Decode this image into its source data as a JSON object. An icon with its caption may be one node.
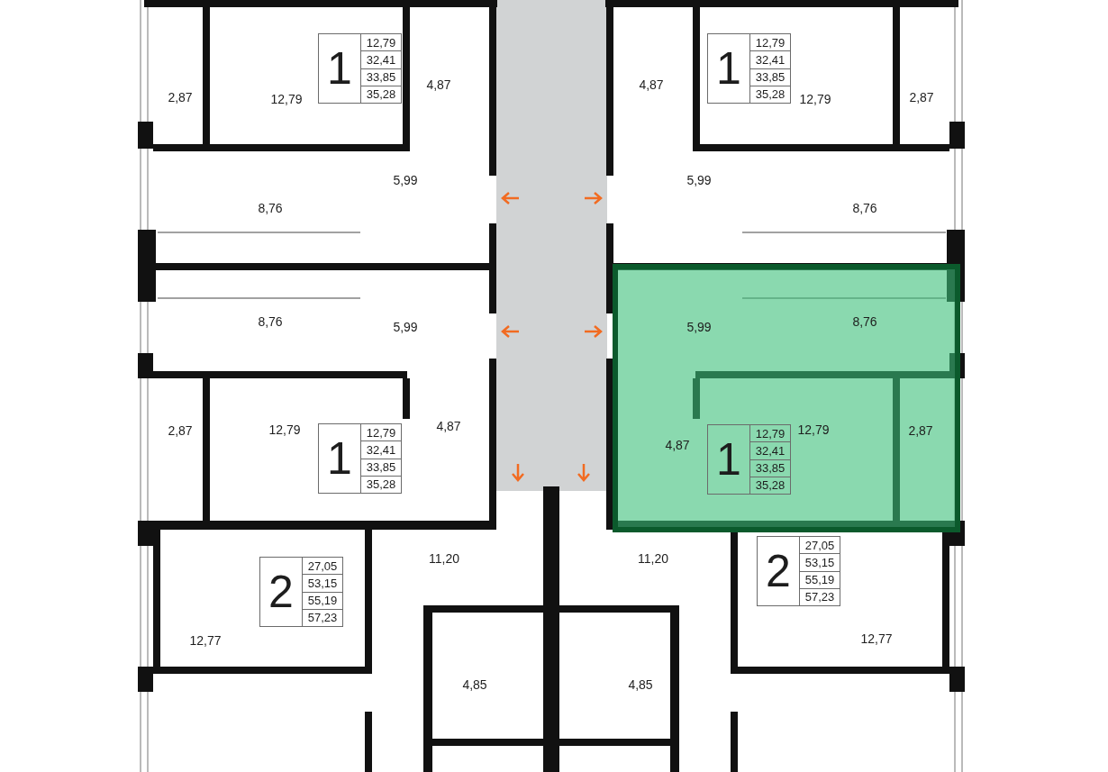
{
  "diagram": {
    "nodes": [
      {
        "text": [
          "1",
          "12,79",
          "32,41",
          "33,85",
          "35,28"
        ]
      },
      {
        "text": [
          "1",
          "12,79",
          "32,41",
          "33,85",
          "35,28"
        ]
      },
      {
        "text": [
          "1",
          "12,79",
          "32,41",
          "33,85",
          "35,28"
        ]
      },
      {
        "text": [
          "1",
          "12,79",
          "32,41",
          "33,85",
          "35,28"
        ]
      },
      {
        "text": [
          "2",
          "27,05",
          "53,15",
          "55,19",
          "57,23"
        ]
      },
      {
        "text": [
          "2",
          "27,05",
          "53,15",
          "55,19",
          "57,23"
        ]
      }
    ],
    "labels": [
      "2,87",
      "12,79",
      "4,87",
      "4,87",
      "12,79",
      "2,87",
      "5,99",
      "5,99",
      "8,76",
      "8,76",
      "8,76",
      "5,99",
      "5,99",
      "8,76",
      "2,87",
      "12,79",
      "4,87",
      "12,79",
      "2,87",
      "4,87",
      "11,20",
      "11,20",
      "12,77",
      "12,77",
      "4,85",
      "4,85"
    ]
  }
}
